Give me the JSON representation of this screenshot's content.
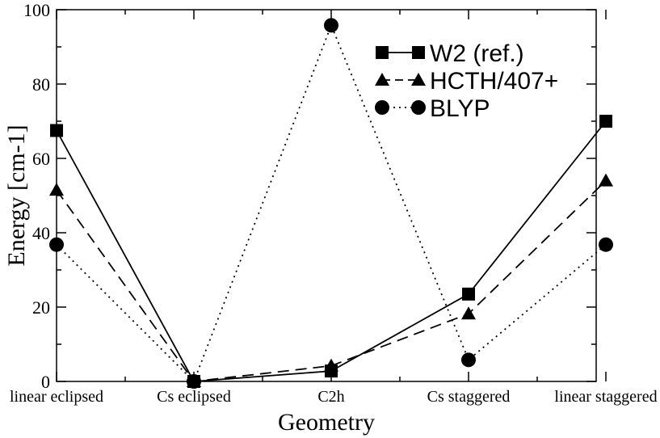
{
  "chart_data": {
    "type": "line",
    "xlabel": "Geometry",
    "ylabel": "Energy [cm-1]",
    "categories": [
      "linear eclipsed",
      "Cs eclipsed",
      "C2h",
      "Cs staggered",
      "linear staggered"
    ],
    "ylim": [
      0,
      100
    ],
    "yticks": [
      0,
      20,
      40,
      60,
      80,
      100
    ],
    "grid": false,
    "legend_position": "top-right",
    "series": [
      {
        "name": "W2 (ref.)",
        "marker": "square",
        "line": "solid",
        "values": [
          67.5,
          0,
          2.8,
          23.5,
          70
        ]
      },
      {
        "name": "HCTH/407+",
        "marker": "triangle",
        "line": "dashed",
        "values": [
          51.5,
          0,
          4.2,
          18.2,
          54
        ]
      },
      {
        "name": "BLYP",
        "marker": "circle",
        "line": "dotted",
        "values": [
          36.8,
          0,
          95.8,
          5.8,
          36.8
        ]
      }
    ]
  }
}
